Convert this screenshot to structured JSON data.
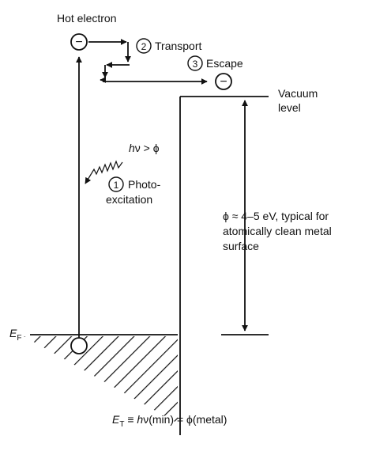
{
  "labels": {
    "hot_electron": "Hot electron",
    "transport": "Transport",
    "escape": "Escape",
    "vacuum_level_1": "Vacuum",
    "vacuum_level_2": "level",
    "photon_h": "h",
    "photon_rest": "ν > ϕ",
    "photo_1": "Photo-",
    "photo_2": "excitation",
    "phi_1": "ϕ ≈ 4–5 eV, typical for",
    "phi_2": "atomically clean metal",
    "phi_3": "surface",
    "fermi_e": "E",
    "fermi_sub": "F",
    "threshold_e": "E",
    "threshold_sub": "T",
    "threshold_pre": " ≡ ",
    "threshold_h": "h",
    "threshold_post": "ν(min) = ϕ(metal)"
  },
  "steps": {
    "one": "1",
    "two": "2",
    "three": "3"
  },
  "electron_symbol": "−"
}
